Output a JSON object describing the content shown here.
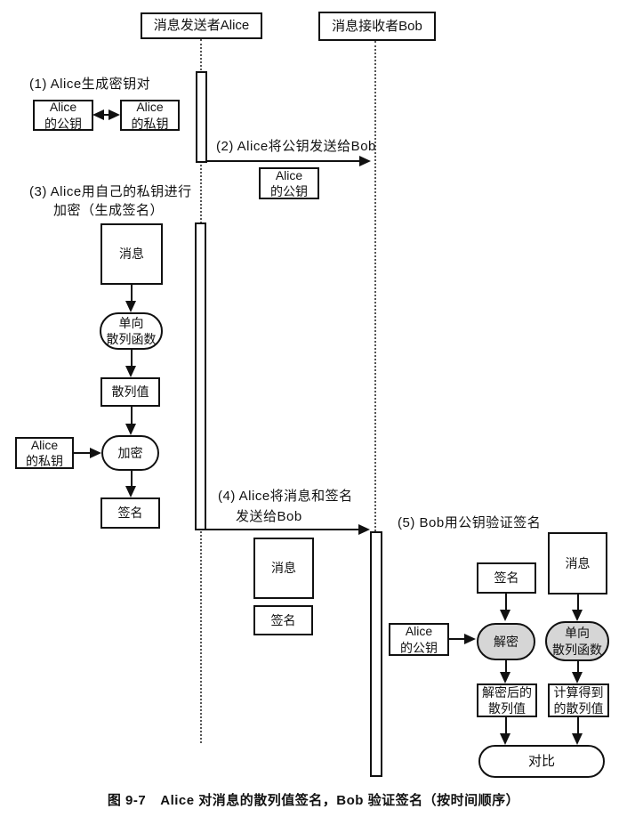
{
  "colors": {
    "line": "#111111",
    "node_fill": "#ffffff",
    "highlight_fill": "#d6d6d6",
    "background": "#ffffff"
  },
  "actors": {
    "sender": "消息发送者Alice",
    "receiver": "消息接收者Bob"
  },
  "steps": {
    "s1": "(1) Alice生成密钥对",
    "s2": "(2) Alice将公钥发送给Bob",
    "s3_line1": "(3) Alice用自己的私钥进行",
    "s3_line2": "加密（生成签名）",
    "s4_line1": "(4) Alice将消息和签名",
    "s4_line2": "发送给Bob",
    "s5": "(5) Bob用公钥验证签名"
  },
  "alice_flow": {
    "keypair_public": "Alice\n的公钥",
    "keypair_private": "Alice\n的私钥",
    "sent_public_key": "Alice\n的公钥",
    "message": "消息",
    "one_way_hash": "单向\n散列函数",
    "hash_value": "散列值",
    "private_key": "Alice\n的私钥",
    "encrypt": "加密",
    "signature": "签名"
  },
  "transfer": {
    "message": "消息",
    "signature": "签名"
  },
  "bob_flow": {
    "signature": "签名",
    "message": "消息",
    "public_key": "Alice\n的公钥",
    "decrypt": "解密",
    "one_way_hash": "单向\n散列函数",
    "decrypted_hash": "解密后的\n散列值",
    "computed_hash": "计算得到\n的散列值",
    "compare": "对比"
  },
  "caption": {
    "figure_no": "图 9-7",
    "text": "Alice 对消息的散列值签名，Bob 验证签名（按时间顺序）"
  }
}
